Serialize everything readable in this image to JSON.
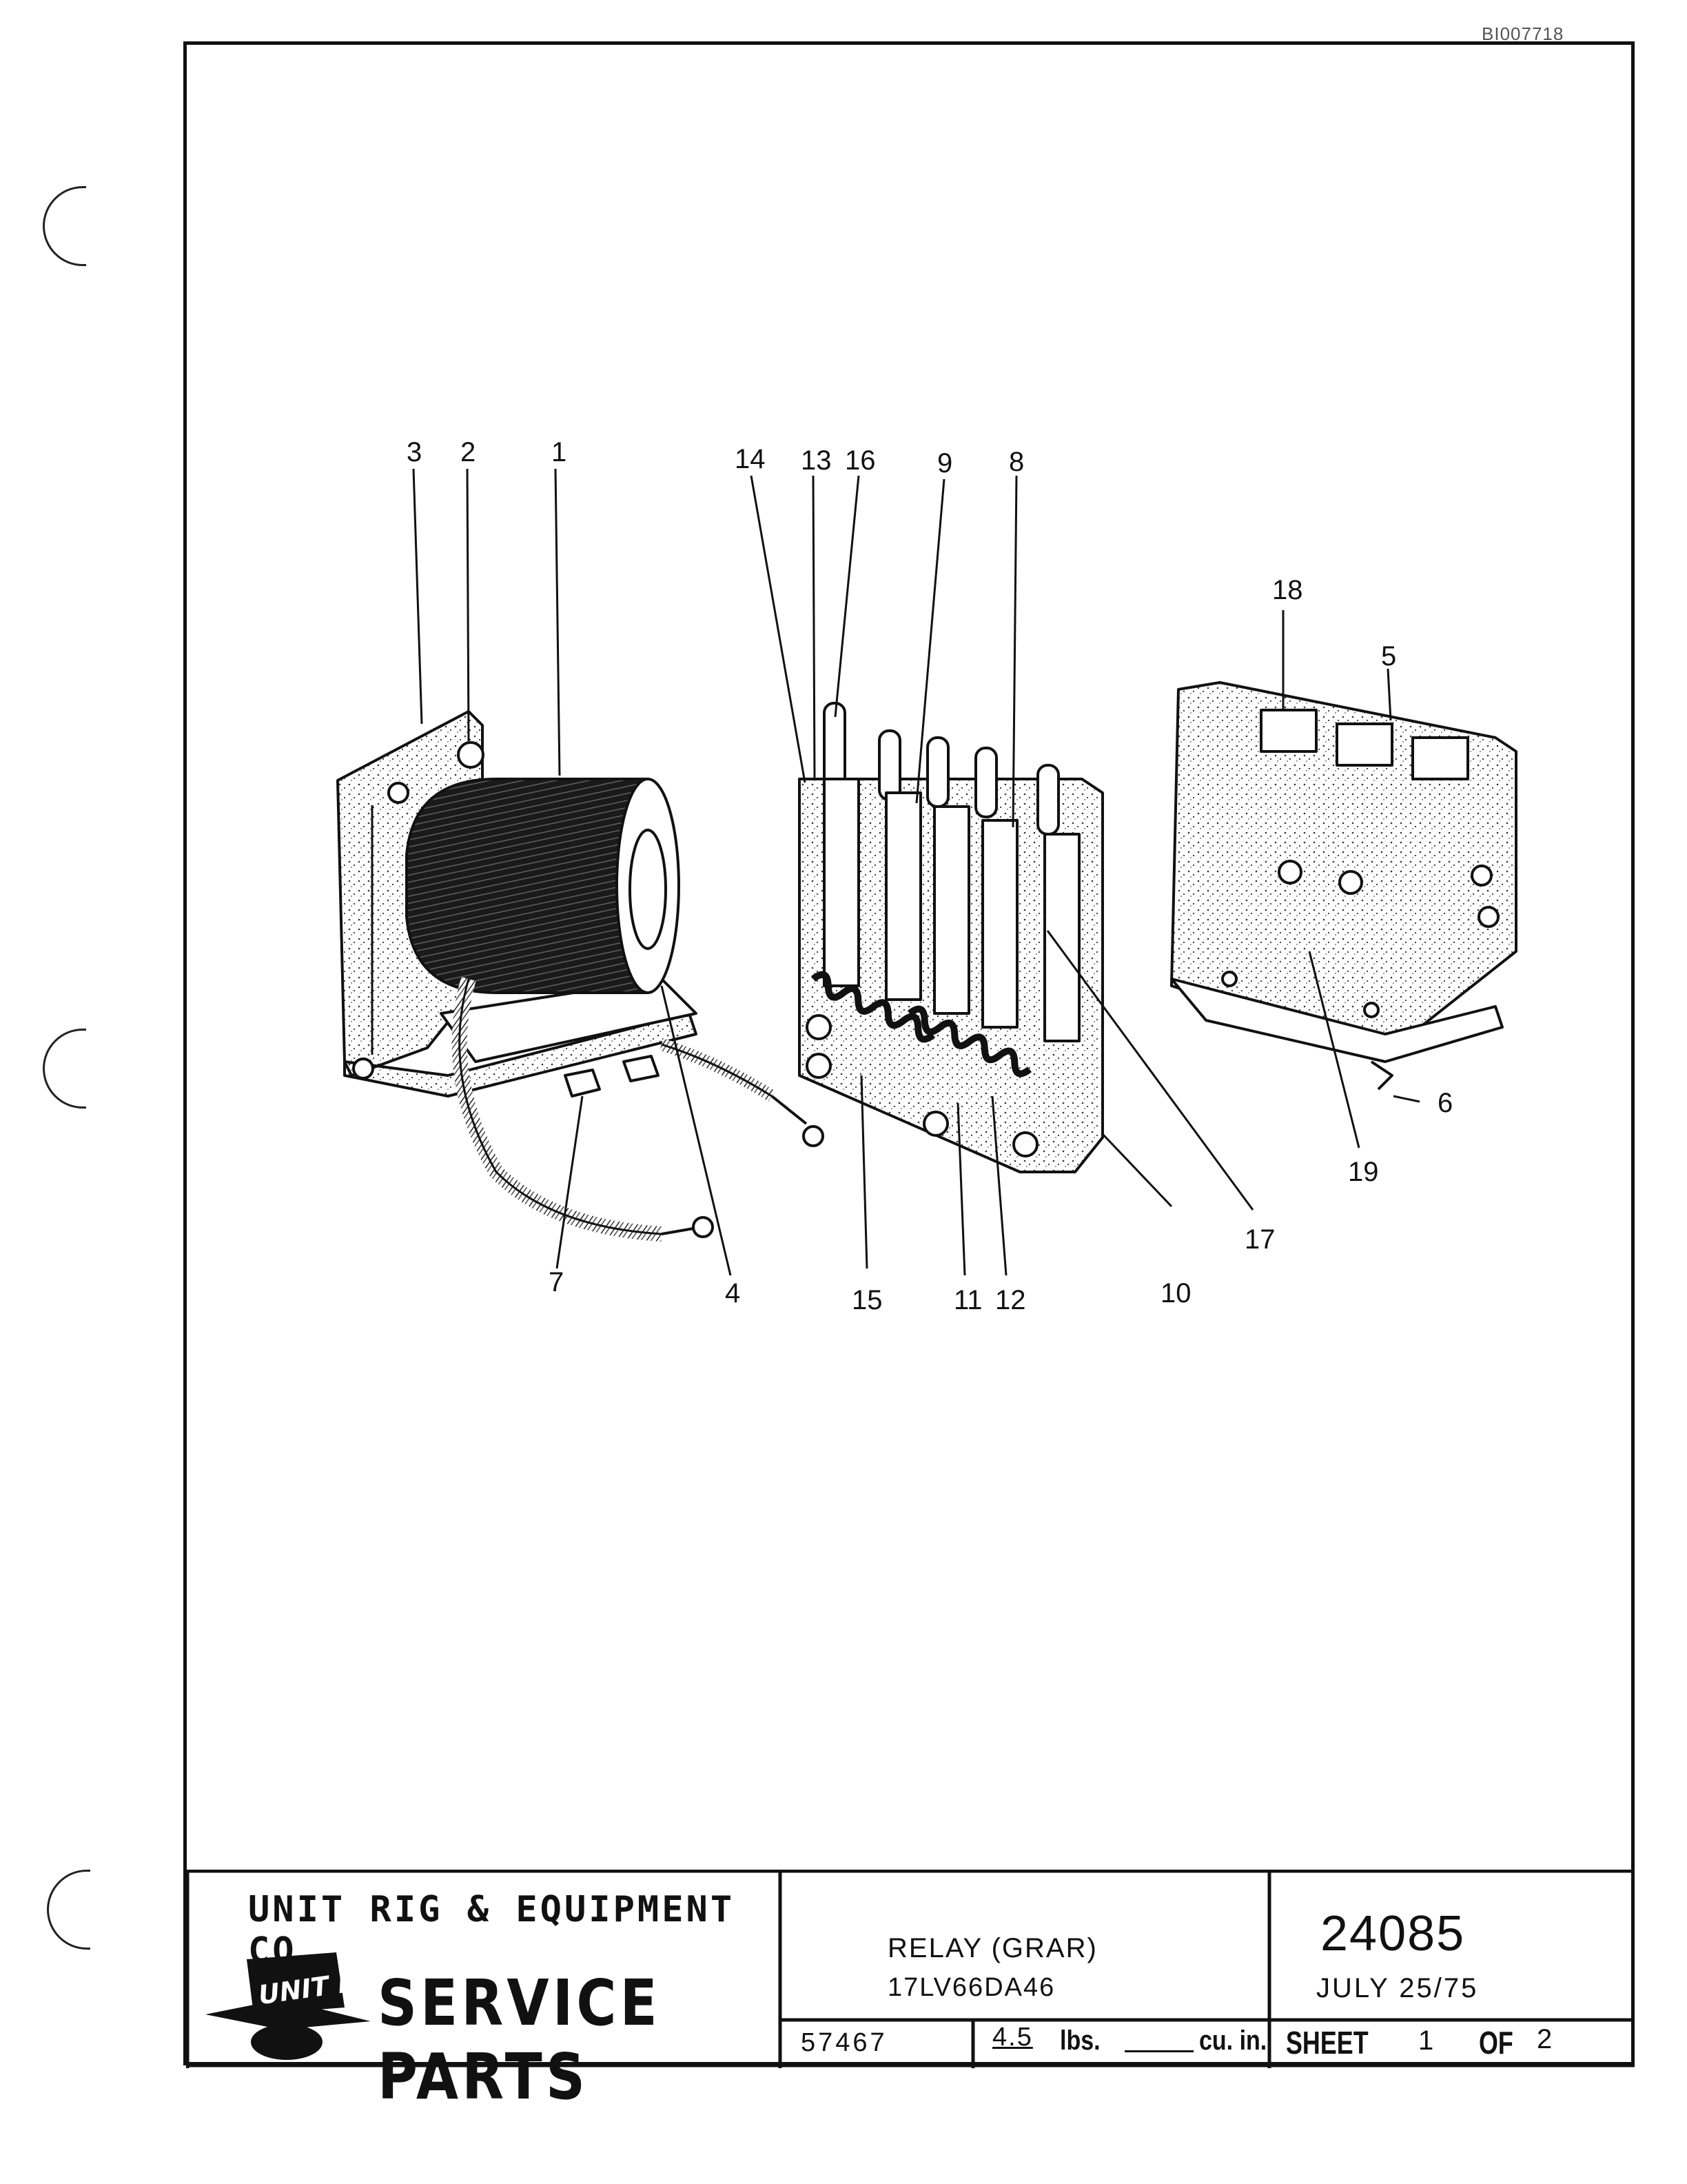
{
  "document_id": "BI007718",
  "callouts": [
    {
      "id": "c3",
      "label": "3"
    },
    {
      "id": "c2",
      "label": "2"
    },
    {
      "id": "c1",
      "label": "1"
    },
    {
      "id": "c14",
      "label": "14"
    },
    {
      "id": "c13",
      "label": "13"
    },
    {
      "id": "c16",
      "label": "16"
    },
    {
      "id": "c9",
      "label": "9"
    },
    {
      "id": "c8",
      "label": "8"
    },
    {
      "id": "c18",
      "label": "18"
    },
    {
      "id": "c5",
      "label": "5"
    },
    {
      "id": "c6",
      "label": "6"
    },
    {
      "id": "c19",
      "label": "19"
    },
    {
      "id": "c17",
      "label": "17"
    },
    {
      "id": "c10",
      "label": "10"
    },
    {
      "id": "c12",
      "label": "12"
    },
    {
      "id": "c11",
      "label": "11"
    },
    {
      "id": "c15",
      "label": "15"
    },
    {
      "id": "c4",
      "label": "4"
    },
    {
      "id": "c7",
      "label": "7"
    }
  ],
  "title_block": {
    "company": "UNIT RIG & EQUIPMENT CO.",
    "logo_text": "UNIT RIG",
    "service_parts": "SERVICE PARTS",
    "part_name": "RELAY (GRAR)",
    "part_number": "17LV66DA46",
    "drawing_number": "24085",
    "date": "JULY 25/75",
    "code": "57467",
    "weight_value": "4.5",
    "weight_unit": "lbs.",
    "volume_unit": "cu. in.",
    "sheet_label": "SHEET",
    "sheet_number": "1",
    "of_label": "OF",
    "sheet_total": "2"
  }
}
